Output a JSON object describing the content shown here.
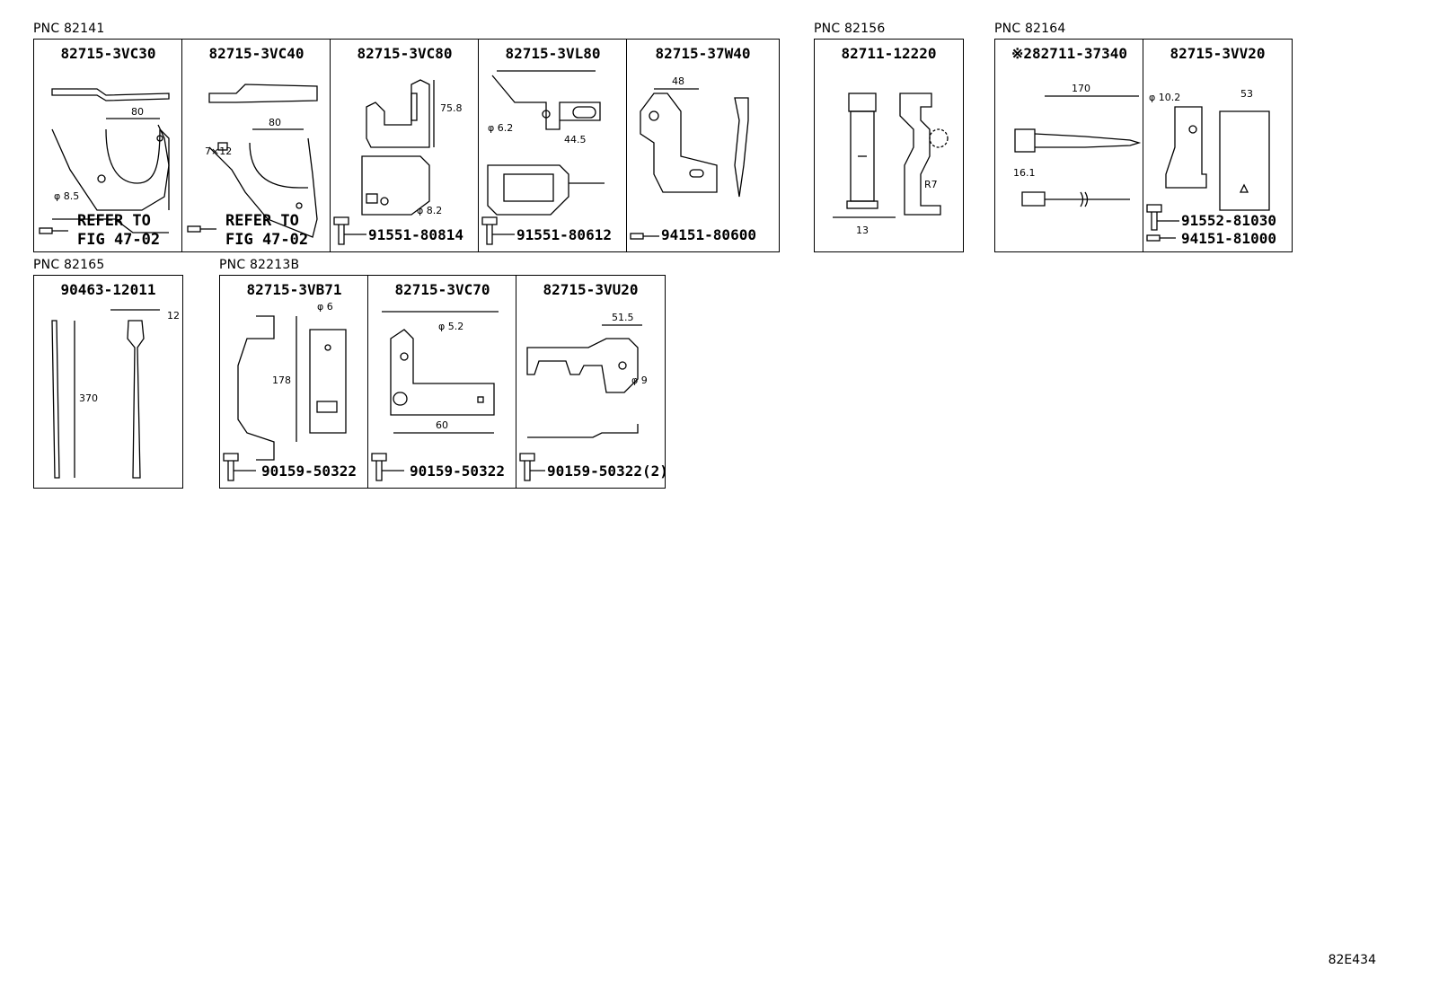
{
  "groups": [
    {
      "pnc": "PNC 82141"
    },
    {
      "pnc": "PNC 82156"
    },
    {
      "pnc": "PNC 82164"
    },
    {
      "pnc": "PNC 82165"
    },
    {
      "pnc": "PNC 82213B"
    }
  ],
  "parts": {
    "p82715_3VC30": {
      "number": "82715-3VC30",
      "ref": "REFER TO",
      "ref2": "FIG 47-02",
      "dim1": "80",
      "dim2": "φ 8.5"
    },
    "p82715_3VC40": {
      "number": "82715-3VC40",
      "ref": "REFER TO",
      "ref2": "FIG 47-02",
      "dim1": "7×12",
      "dim2": "80"
    },
    "p82715_3VC80": {
      "number": "82715-3VC80",
      "dim1": "75.8",
      "dim2": "φ 8.2",
      "fastener": "91551-80814"
    },
    "p82715_3VL80": {
      "number": "82715-3VL80",
      "dim1": "φ 6.2",
      "dim2": "44.5",
      "fastener": "91551-80612"
    },
    "p82715_37W40": {
      "number": "82715-37W40",
      "dim1": "48",
      "fastener": "94151-80600"
    },
    "p82711_12220": {
      "number": "82711-12220",
      "dim1": "13",
      "dim2": "R7"
    },
    "p82711_37340": {
      "number": "※282711-37340",
      "dim1": "170",
      "dim2": "16.1"
    },
    "p82715_3VV20": {
      "number": "82715-3VV20",
      "dim1": "φ 10.2",
      "dim2": "53",
      "fastener": "91552-81030",
      "fastener2": "94151-81000"
    },
    "p90463_12011": {
      "number": "90463-12011",
      "dim1": "370",
      "dim2": "12"
    },
    "p82715_3VB71": {
      "number": "82715-3VB71",
      "dim1": "φ 6",
      "dim2": "178",
      "fastener": "90159-50322"
    },
    "p82715_3VC70": {
      "number": "82715-3VC70",
      "dim1": "φ 5.2",
      "dim2": "60",
      "fastener": "90159-50322"
    },
    "p82715_3VU20": {
      "number": "82715-3VU20",
      "dim1": "51.5",
      "dim2": "φ 9",
      "fastener": "90159-50322(2)"
    }
  },
  "figure_code": "82E434"
}
